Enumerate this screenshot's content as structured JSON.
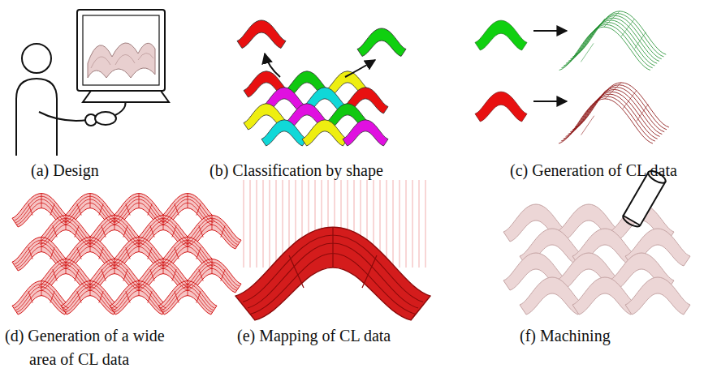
{
  "diagram": {
    "labels": [
      "(a) Design",
      "(b) Classification by shape",
      "(c) Generation of CL data",
      "(d) Generation of a wide area of CL data",
      "(e) Mapping of CL data",
      "(f) Machining"
    ]
  }
}
